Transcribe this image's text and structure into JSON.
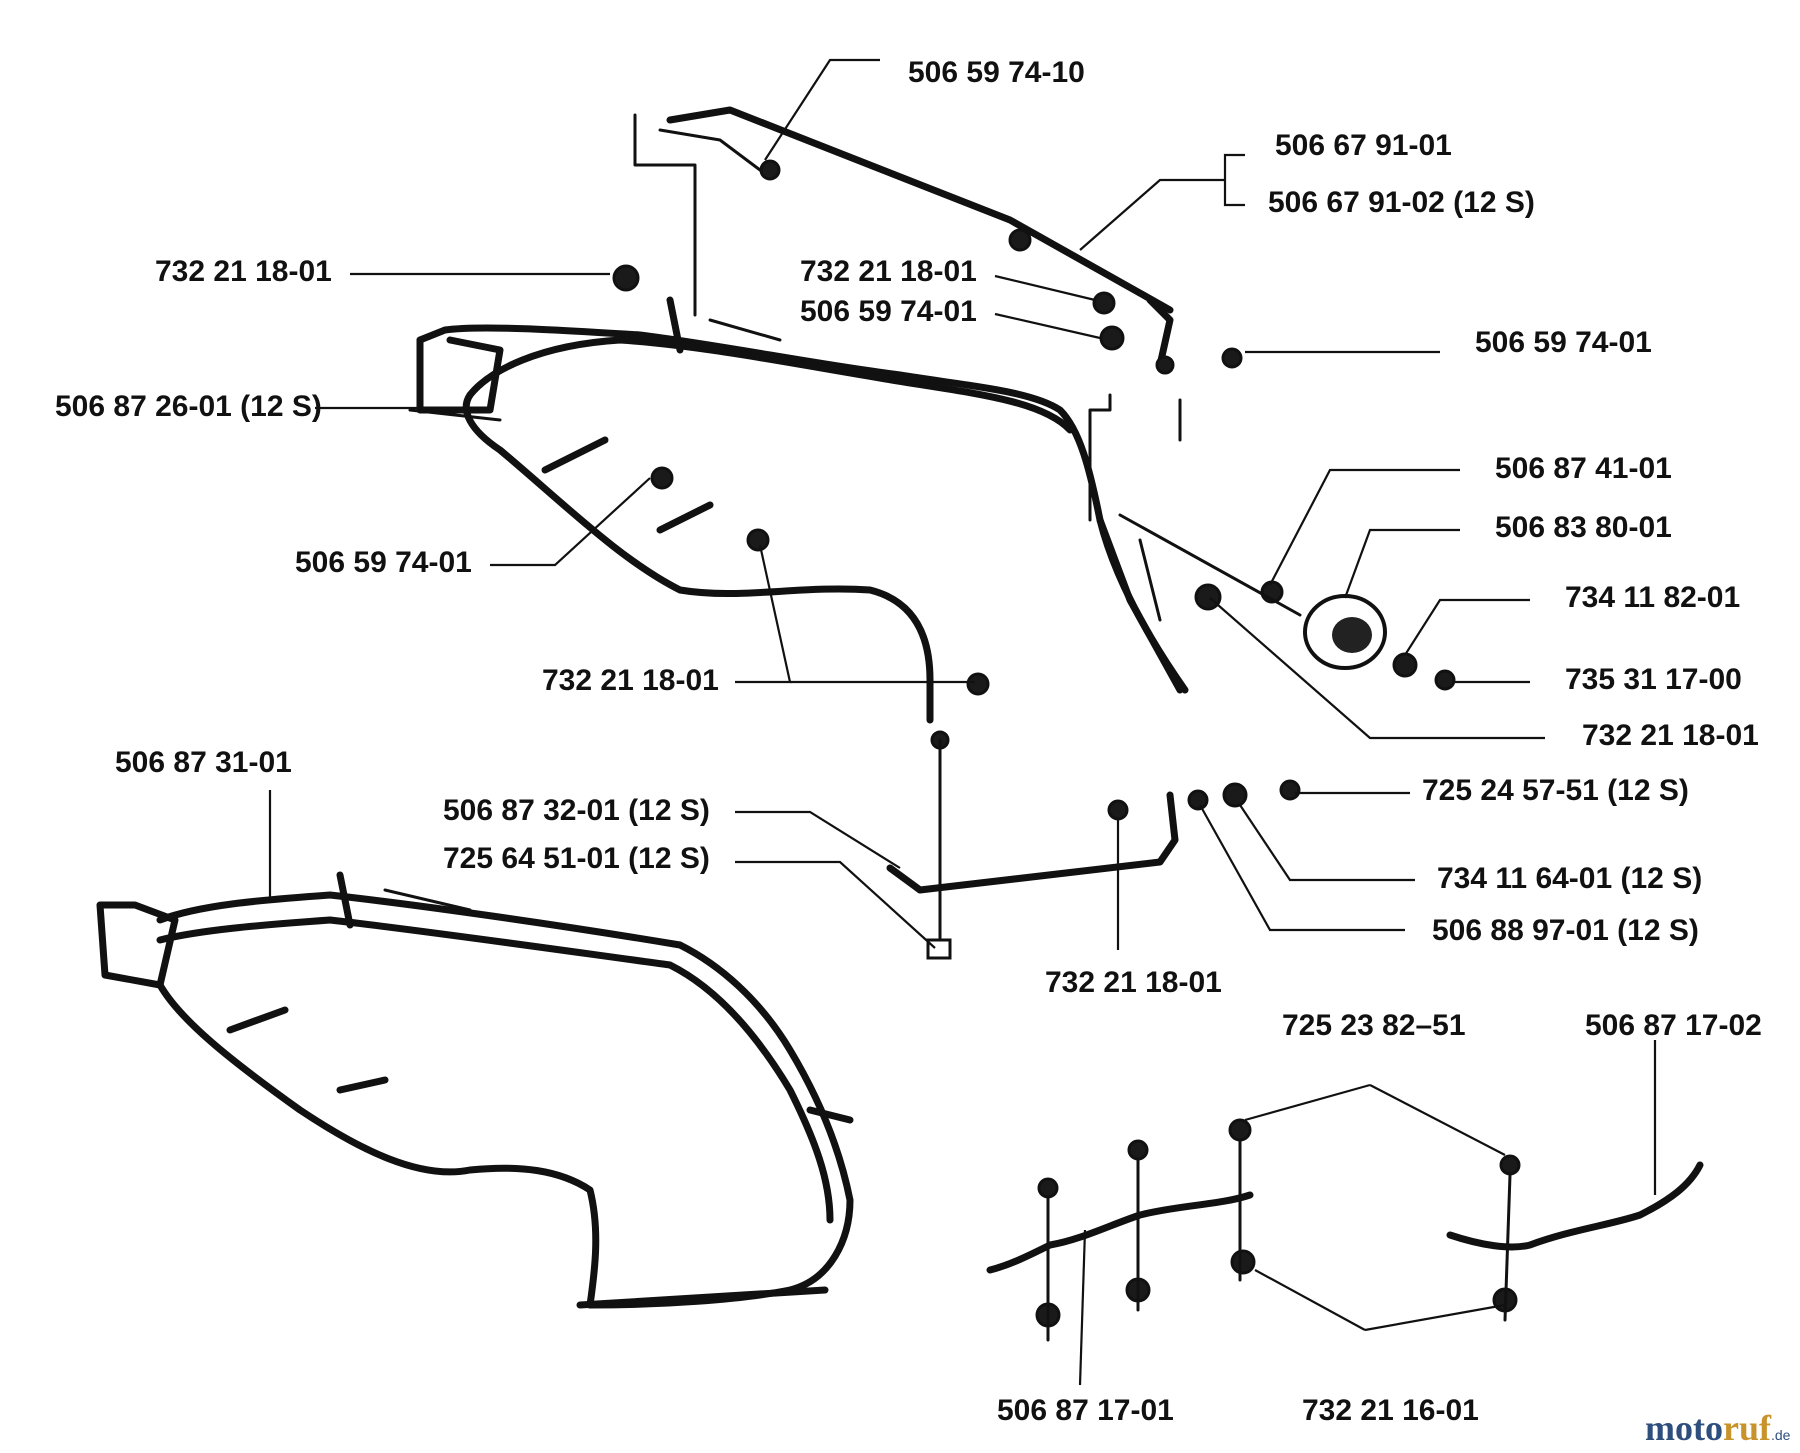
{
  "labels": {
    "l1": "506 59 74-10",
    "l2": "506 67 91-01",
    "l3": "506 67 91-02 (12 S)",
    "l4": "732 21 18-01",
    "l5": "732 21 18-01",
    "l6": "506 59 74-01",
    "l7": "506 59 74-01",
    "l8": "506 87 26-01 (12 S)",
    "l9": "506 87 41-01",
    "l10": "506 83 80-01",
    "l11": "506 59 74-01",
    "l12": "734 11 82-01",
    "l13": "735 31 17-00",
    "l14": "732 21 18-01",
    "l15": "732 21 18-01",
    "l16": "506 87 31-01",
    "l17": "725 24 57-51 (12 S)",
    "l18": "506 87 32-01 (12 S)",
    "l19": "725 64 51-01 (12 S)",
    "l20": "734 11 64-01 (12 S)",
    "l21": "506 88 97-01 (12 S)",
    "l22": "732 21 18-01",
    "l23": "725 23 82–51",
    "l24": "506 87 17-02",
    "l25": "506 87 17-01",
    "l26": "732 21 16-01"
  },
  "watermark": {
    "part1": "moto",
    "part2": "ruf",
    "part3": ".de"
  }
}
